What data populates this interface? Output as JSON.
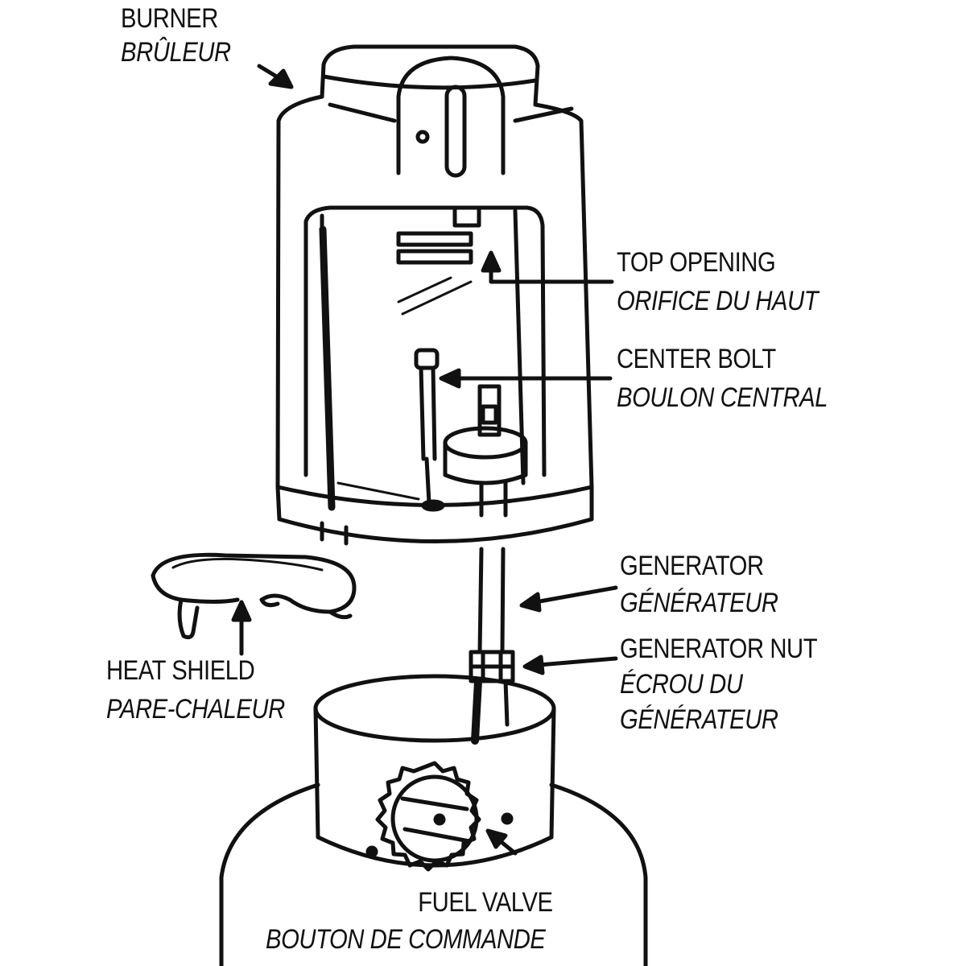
{
  "diagram": {
    "labels": {
      "burner": {
        "en": "BURNER",
        "fr": "BRÛLEUR"
      },
      "top_opening": {
        "en": "TOP OPENING",
        "fr": "ORIFICE DU HAUT"
      },
      "center_bolt": {
        "en": "CENTER BOLT",
        "fr": "BOULON CENTRAL"
      },
      "generator": {
        "en": "GENERATOR",
        "fr": "GÉNÉRATEUR"
      },
      "generator_nut": {
        "en": "GENERATOR NUT",
        "fr_line1": "ÉCROU DU",
        "fr_line2": "GÉNÉRATEUR"
      },
      "heat_shield": {
        "en": "HEAT SHIELD",
        "fr": "PARE-CHALEUR"
      },
      "fuel_valve": {
        "en": "FUEL VALVE",
        "fr": "BOUTON DE COMMANDE"
      }
    },
    "colors": {
      "ink": "#111111",
      "paper": "#ffffff"
    }
  }
}
